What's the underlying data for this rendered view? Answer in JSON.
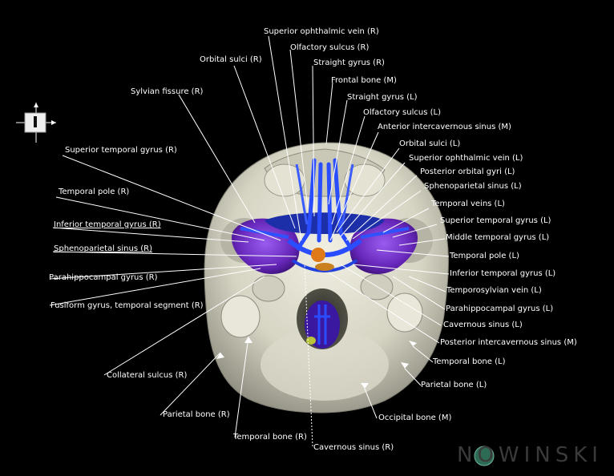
{
  "brand": {
    "text": "NOWINSKI"
  },
  "colors": {
    "bone": "#d8d6c6",
    "vein": "#1f3fd0",
    "brain": "#6a2fc0",
    "leader": "#ffffff"
  },
  "labels": {
    "superior_ophthalmic_vein_r": "Superior ophthalmic vein (R)",
    "olfactory_sulcus_r": "Olfactory sulcus (R)",
    "orbital_sulci_r": "Orbital sulci (R)",
    "straight_gyrus_r": "Straight gyrus (R)",
    "frontal_bone_m": "Frontal bone (M)",
    "sylvian_fissure_r": "Sylvian fissure (R)",
    "straight_gyrus_l": "Straight gyrus (L)",
    "olfactory_sulcus_l": "Olfactory sulcus (L)",
    "anterior_intercavernous_sinus_m": "Anterior intercavernous sinus (M)",
    "superior_temporal_gyrus_r": "Superior temporal gyrus (R)",
    "orbital_sulci_l": "Orbital sulci (L)",
    "superior_ophthalmic_vein_l": "Superior ophthalmic vein (L)",
    "posterior_orbital_gyri_l": "Posterior orbital gyri (L)",
    "temporal_pole_r": "Temporal pole (R)",
    "sphenoparietal_sinus_l": "Sphenoparietal sinus (L)",
    "temporal_veins_l": "Temporal veins (L)",
    "inferior_temporal_gyrus_r": "Inferior temporal gyrus (R)",
    "superior_temporal_gyrus_l": "Superior temporal gyrus (L)",
    "middle_temporal_gyrus_l": "Middle temporal gyrus (L)",
    "sphenoparietal_sinus_r": "Sphenoparietal sinus (R)",
    "temporal_pole_l": "Temporal pole (L)",
    "parahippocampal_gyrus_r": "Parahippocampal gyrus (R)",
    "inferior_temporal_gyrus_l": "Inferior temporal gyrus (L)",
    "temporosylvian_vein_l": "Temporosylvian vein (L)",
    "fusiform_gyrus_temporal_segment_r": "Fusiform gyrus, temporal segment (R)",
    "parahippocampal_gyrus_l": "Parahippocampal gyrus (L)",
    "cavernous_sinus_l": "Cavernous sinus (L)",
    "posterior_intercavernous_sinus_m": "Posterior intercavernous sinus (M)",
    "collateral_sulcus_r": "Collateral sulcus (R)",
    "temporal_bone_l": "Temporal bone (L)",
    "parietal_bone_l": "Parietal bone (L)",
    "parietal_bone_r": "Parietal bone (R)",
    "occipital_bone_m": "Occipital bone (M)",
    "temporal_bone_r": "Temporal bone (R)",
    "cavernous_sinus_r": "Cavernous sinus (R)"
  }
}
